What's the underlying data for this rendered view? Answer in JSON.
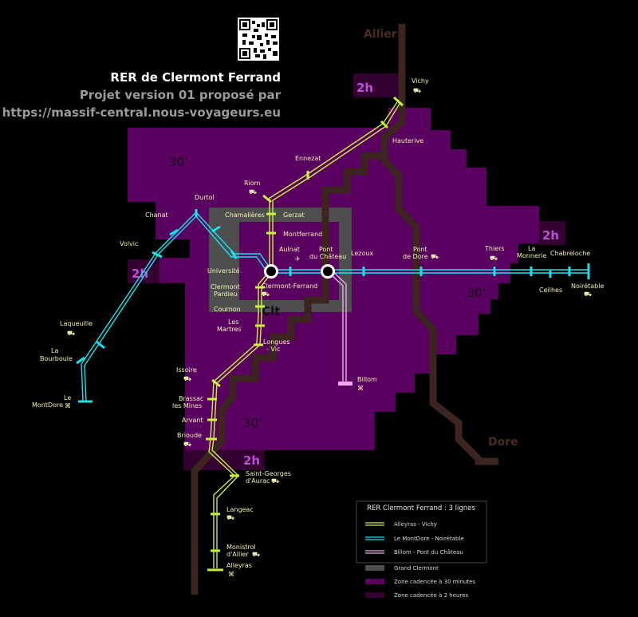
{
  "header": {
    "title": "RER de Clermont Ferrand",
    "subtitle": "Projet version 01 proposé par",
    "url": "https://massif-central.nous-voyageurs.eu"
  },
  "zones": {
    "label_30": "30'",
    "label_2h": "2h",
    "label_clt": "Clt"
  },
  "rivers": {
    "allier": "Allier",
    "dore": "Dore"
  },
  "stations": {
    "vichy": "Vichy",
    "hauterive": "Hauterive",
    "ennezat": "Ennezat",
    "riom": "Riom",
    "durtol": "Durtol",
    "chanat": "Chanat",
    "volvic": "Volvic",
    "chamalieres": "Chamalières",
    "gerzat": "Gerzat",
    "montferrand": "Montferrand",
    "aulnat": "Aulnat",
    "pont_chateau_1": "Pont",
    "pont_chateau_2": "du Château",
    "lezoux": "Lezoux",
    "pont_dore_1": "Pont",
    "pont_dore_2": "de Dore",
    "thiers": "Thiers",
    "la_monnerie_1": "La",
    "la_monnerie_2": "Monnerie",
    "chabreloche": "Chabreloche",
    "ceilhes": "Ceilhes",
    "noiretable": "Noirétable",
    "universite": "Université",
    "clermont_pardieu_1": "Clermont",
    "clermont_pardieu_2": "Pardieu",
    "clermont_ferrand": "Clermont-Ferrand",
    "cournon": "Cournon",
    "les_martres_1": "Les",
    "les_martres_2": "Martres",
    "longues_vic_1": "Longues",
    "longues_vic_2": "- Vic",
    "laqueuille": "Laqueuille",
    "la_bourboule_1": "La",
    "la_bourboule_2": "Bourboule",
    "le_montdore_1": "Le",
    "le_montdore_2": "MontDore",
    "billom": "Billom",
    "issoire": "Issoire",
    "brassac_1": "Brassac",
    "brassac_2": "les Mines",
    "arvant": "Arvant",
    "brioude": "Brioude",
    "saint_georges_1": "Saint-Georges",
    "saint_georges_2": "d'Aurac",
    "langeac": "Langeac",
    "monistrol_1": "Monistrol",
    "monistrol_2": "d'Allier",
    "alleyras": "Alleyras"
  },
  "legend": {
    "title": "RER Clermont Ferrand : 3 lignes",
    "line1": "Alleyras - Vichy",
    "line2": "Le MontDore - Noirétable",
    "line3": "Billom - Pont du Château",
    "zone1": "Grand Clermont",
    "zone2": "Zone cadencée à 30 minutes",
    "zone3": "Zone cadencée à 2 heures"
  },
  "colors": {
    "line_green": "#c8f03c",
    "line_cyan": "#16e4f0",
    "line_pink": "#f0a8f0",
    "zone_30": "#5a0060",
    "zone_2h": "#33002f",
    "grand_clermont": "#4e4e4e",
    "river": "#3c2420"
  }
}
